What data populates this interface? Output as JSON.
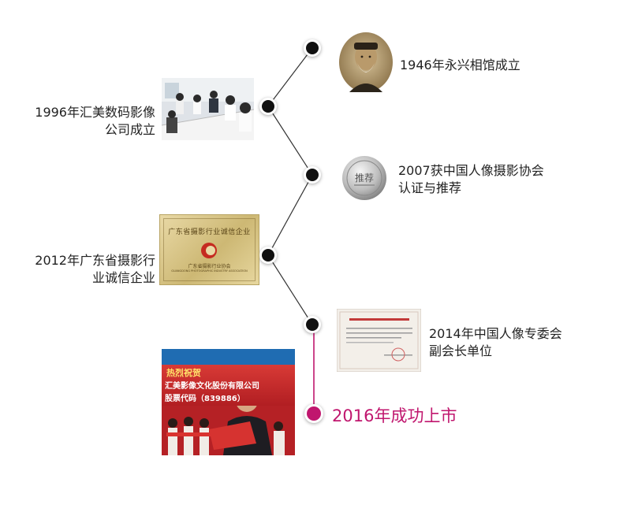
{
  "colors": {
    "line": "#333333",
    "node": "#111111",
    "accent": "#c0166e",
    "node_ring": "#ffffff"
  },
  "events": [
    {
      "id": "e1946",
      "caption_lines": [
        "1946年永兴相馆成立"
      ],
      "image": "portrait-photo"
    },
    {
      "id": "e1996",
      "caption_lines": [
        "1996年汇美数码影像",
        "公司成立"
      ],
      "image": "office-meeting-photo"
    },
    {
      "id": "e2007",
      "caption_lines": [
        "2007获中国人像摄影协会",
        "认证与推荐"
      ],
      "image": "recommendation-seal"
    },
    {
      "id": "e2012",
      "caption_lines": [
        "2012年广东省摄影行",
        "业诚信企业"
      ],
      "image": "integrity-plaque",
      "plaque": {
        "heading": "广东省摄影行业诚信企业",
        "org": "广东省摄影行业协会",
        "org_en": "GUANGDONG PHOTOGRAPHIC INDUSTRY ASSOCIATION"
      }
    },
    {
      "id": "e2014",
      "caption_lines": [
        "2014年中国人像专委会",
        "副会长单位"
      ],
      "image": "certificate-document"
    },
    {
      "id": "e2016",
      "caption_lines": [
        "2016年成功上市"
      ],
      "image": "listing-ceremony-photo",
      "banner": {
        "line1": "热烈祝贺",
        "line2": "汇美影像文化股份有限公司",
        "line3": "股票代码（839886）"
      }
    }
  ],
  "seal_text": "推荐"
}
